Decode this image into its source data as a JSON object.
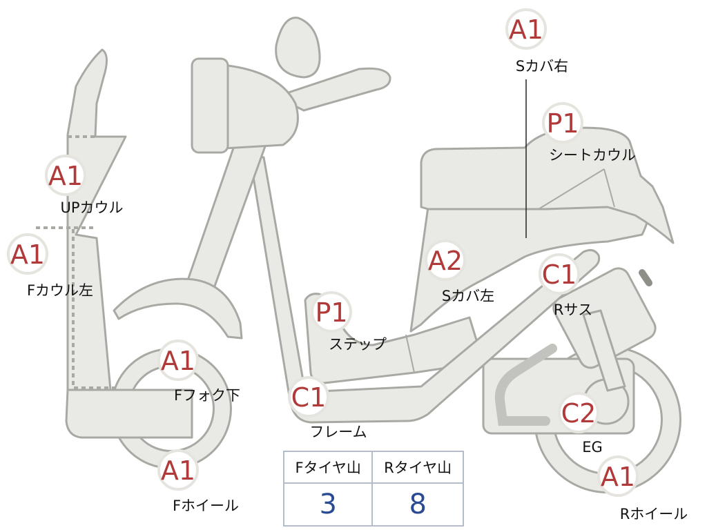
{
  "parts": [
    {
      "id": "s-cover-right",
      "grade": "A1",
      "label": "Sカバ右"
    },
    {
      "id": "seat-cowl",
      "grade": "P1",
      "label": "シートカウル"
    },
    {
      "id": "up-cowl",
      "grade": "A1",
      "label": "UPカウル"
    },
    {
      "id": "f-cowl-left",
      "grade": "A1",
      "label": "Fカウル左"
    },
    {
      "id": "s-cover-left",
      "grade": "A2",
      "label": "Sカバ左"
    },
    {
      "id": "r-suspension",
      "grade": "C1",
      "label": "Rサス"
    },
    {
      "id": "step",
      "grade": "P1",
      "label": "ステップ"
    },
    {
      "id": "f-fork-lower",
      "grade": "A1",
      "label": "Fフォク下"
    },
    {
      "id": "frame",
      "grade": "C1",
      "label": "フレーム"
    },
    {
      "id": "engine",
      "grade": "C2",
      "label": "EG"
    },
    {
      "id": "f-wheel",
      "grade": "A1",
      "label": "Fホイール"
    },
    {
      "id": "r-wheel",
      "grade": "A1",
      "label": "Rホイール"
    }
  ],
  "tire_table": {
    "headers": [
      "Fタイヤ山",
      "Rタイヤ山"
    ],
    "values": [
      "3",
      "8"
    ]
  },
  "colors": {
    "part_fill": "#e9e9e6",
    "part_outline": "#a9a9a4",
    "grade_text": "#b03a3a",
    "table_value": "#2a4a93",
    "table_border": "#b3bcc9"
  }
}
